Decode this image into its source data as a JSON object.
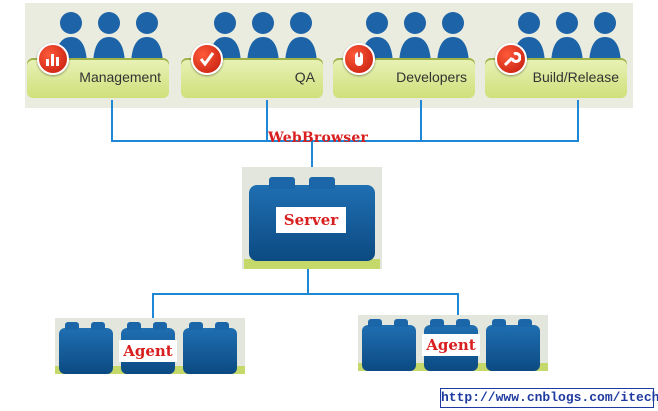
{
  "groups": [
    {
      "label": "Management",
      "icon": "bar-chart-icon"
    },
    {
      "label": "QA",
      "icon": "checkmark-icon"
    },
    {
      "label": "Developers",
      "icon": "mouse-icon"
    },
    {
      "label": "Build/Release",
      "icon": "wrench-icon"
    }
  ],
  "connector_label": "WebBrowser",
  "server": {
    "label": "Server"
  },
  "agents": [
    {
      "label": "Agent"
    },
    {
      "label": "Agent"
    }
  ],
  "footer_url": "http://www.cnblogs.com/itech",
  "colors": {
    "line": "#1e88d6",
    "label": "#d81e1e",
    "block": "#0c4a82",
    "plate": "#cfe07a"
  }
}
